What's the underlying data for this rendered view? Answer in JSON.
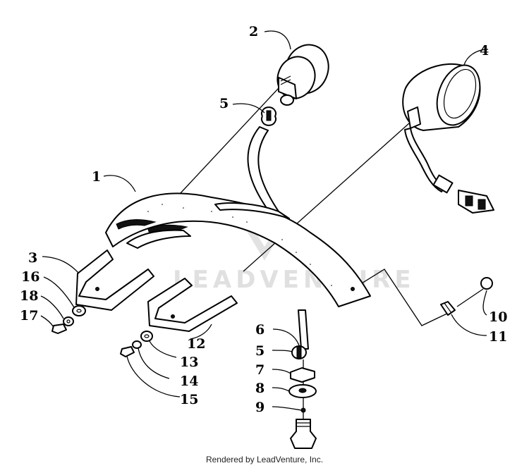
{
  "watermark": "LEADVENTURE",
  "credit": "Rendered by LeadVenture, Inc.",
  "callouts": {
    "c1": "1",
    "c2": "2",
    "c3": "3",
    "c4": "4",
    "c5a": "5",
    "c5b": "5",
    "c6": "6",
    "c7": "7",
    "c8": "8",
    "c9": "9",
    "c10": "10",
    "c11": "11",
    "c12": "12",
    "c13": "13",
    "c14": "14",
    "c15": "15",
    "c16": "16",
    "c17": "17",
    "c18": "18"
  }
}
